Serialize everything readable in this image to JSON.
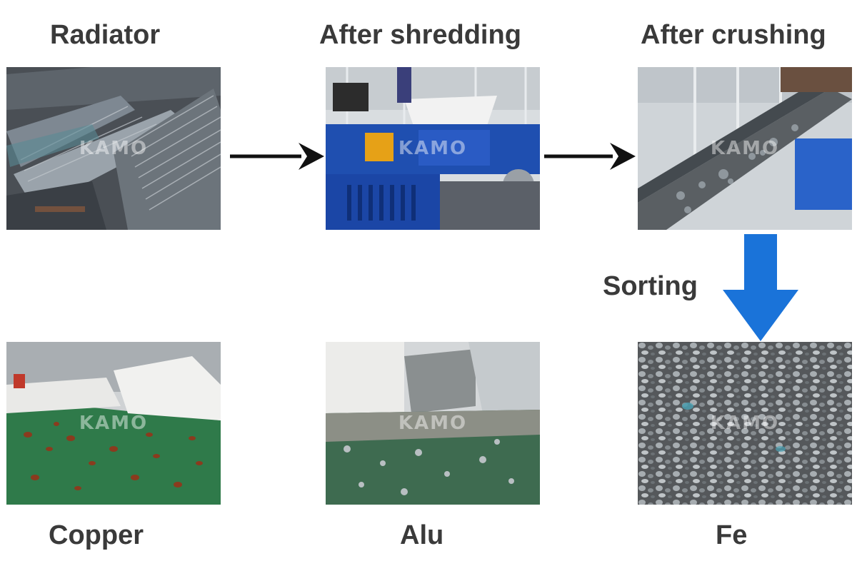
{
  "steps": {
    "radiator": "Radiator",
    "shredding": "After shredding",
    "crushing": "After crushing",
    "sorting": "Sorting"
  },
  "outputs": {
    "copper": "Copper",
    "alu": "Alu",
    "fe": "Fe"
  },
  "watermark": "KAMO",
  "colors": {
    "text": "#3a3a3a",
    "arrow_black": "#111111",
    "arrow_blue": "#1a73d9"
  }
}
